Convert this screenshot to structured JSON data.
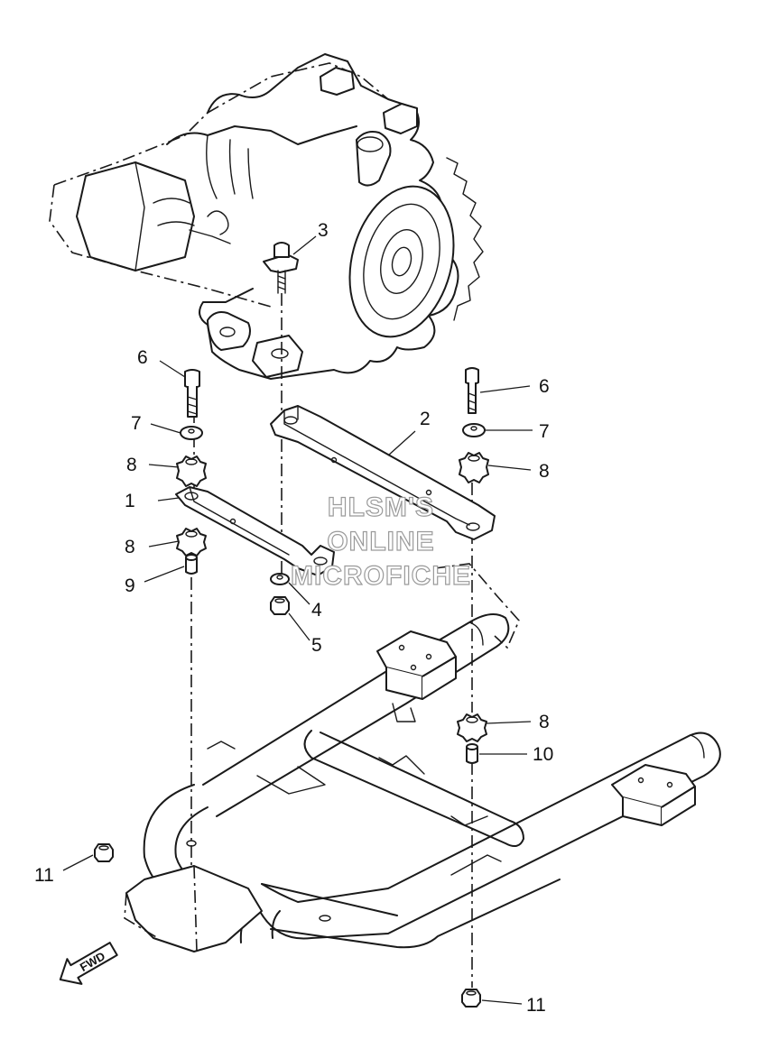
{
  "callouts": [
    {
      "id": "c1",
      "text": "1"
    },
    {
      "id": "c2",
      "text": "2"
    },
    {
      "id": "c3",
      "text": "3"
    },
    {
      "id": "c4",
      "text": "4"
    },
    {
      "id": "c5",
      "text": "5"
    },
    {
      "id": "c6a",
      "text": "6"
    },
    {
      "id": "c6b",
      "text": "6"
    },
    {
      "id": "c7a",
      "text": "7"
    },
    {
      "id": "c7b",
      "text": "7"
    },
    {
      "id": "c8a",
      "text": "8"
    },
    {
      "id": "c8b",
      "text": "8"
    },
    {
      "id": "c8c",
      "text": "8"
    },
    {
      "id": "c8d",
      "text": "8"
    },
    {
      "id": "c9",
      "text": "9"
    },
    {
      "id": "c10",
      "text": "10"
    },
    {
      "id": "c11a",
      "text": "11"
    },
    {
      "id": "c11b",
      "text": "11"
    }
  ],
  "watermark": [
    "HLSM'S",
    "ONLINE",
    "MICROFICHE"
  ],
  "direction_arrow": {
    "label": "FWD",
    "icon": "forward-arrow-icon"
  },
  "line_color": "#1a1a1a",
  "background": "#ffffff"
}
